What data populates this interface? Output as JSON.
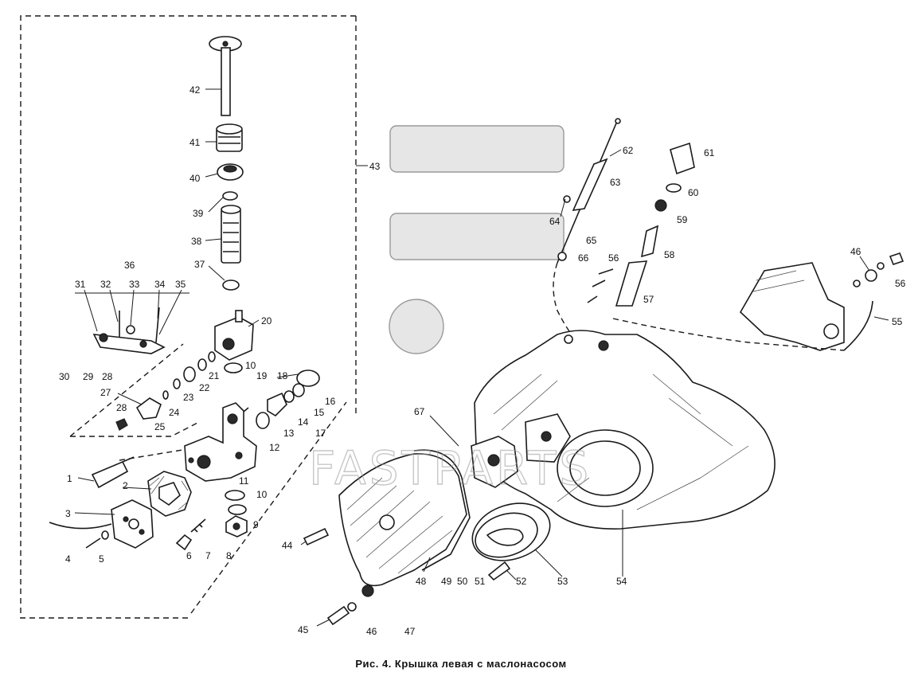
{
  "caption": "Рис. 4. Крышка левая с маслонасосом",
  "watermark": "FASTPARTS",
  "callouts": [
    {
      "id": "c42",
      "text": "42"
    },
    {
      "id": "c41",
      "text": "41"
    },
    {
      "id": "c40",
      "text": "40"
    },
    {
      "id": "c39",
      "text": "39"
    },
    {
      "id": "c38",
      "text": "38"
    },
    {
      "id": "c37",
      "text": "37"
    },
    {
      "id": "c36",
      "text": "36"
    },
    {
      "id": "c31",
      "text": "31"
    },
    {
      "id": "c32",
      "text": "32"
    },
    {
      "id": "c33",
      "text": "33"
    },
    {
      "id": "c34",
      "text": "34"
    },
    {
      "id": "c35",
      "text": "35"
    },
    {
      "id": "c30",
      "text": "30"
    },
    {
      "id": "c29",
      "text": "29"
    },
    {
      "id": "c28a",
      "text": "28"
    },
    {
      "id": "c27",
      "text": "27"
    },
    {
      "id": "c28b",
      "text": "28"
    },
    {
      "id": "c25",
      "text": "25"
    },
    {
      "id": "c24",
      "text": "24"
    },
    {
      "id": "c23",
      "text": "23"
    },
    {
      "id": "c22",
      "text": "22"
    },
    {
      "id": "c21",
      "text": "21"
    },
    {
      "id": "c20",
      "text": "20"
    },
    {
      "id": "c10a",
      "text": "10"
    },
    {
      "id": "c19",
      "text": "19"
    },
    {
      "id": "c18",
      "text": "18"
    },
    {
      "id": "c16",
      "text": "16"
    },
    {
      "id": "c15",
      "text": "15"
    },
    {
      "id": "c14",
      "text": "14"
    },
    {
      "id": "c13",
      "text": "13"
    },
    {
      "id": "c12",
      "text": "12"
    },
    {
      "id": "c17",
      "text": "17"
    },
    {
      "id": "c11",
      "text": "11"
    },
    {
      "id": "c10b",
      "text": "10"
    },
    {
      "id": "c9",
      "text": "9"
    },
    {
      "id": "c8",
      "text": "8"
    },
    {
      "id": "c7",
      "text": "7"
    },
    {
      "id": "c6",
      "text": "6"
    },
    {
      "id": "c5",
      "text": "5"
    },
    {
      "id": "c4",
      "text": "4"
    },
    {
      "id": "c3",
      "text": "3"
    },
    {
      "id": "c2",
      "text": "2"
    },
    {
      "id": "c1",
      "text": "1"
    },
    {
      "id": "c43",
      "text": "43"
    },
    {
      "id": "c62",
      "text": "62"
    },
    {
      "id": "c63",
      "text": "63"
    },
    {
      "id": "c64",
      "text": "64"
    },
    {
      "id": "c65",
      "text": "65"
    },
    {
      "id": "c66",
      "text": "66"
    },
    {
      "id": "c56a",
      "text": "56"
    },
    {
      "id": "c57",
      "text": "57"
    },
    {
      "id": "c58",
      "text": "58"
    },
    {
      "id": "c59",
      "text": "59"
    },
    {
      "id": "c60",
      "text": "60"
    },
    {
      "id": "c61",
      "text": "61"
    },
    {
      "id": "c46a",
      "text": "46"
    },
    {
      "id": "c56b",
      "text": "56"
    },
    {
      "id": "c55",
      "text": "55"
    },
    {
      "id": "c67",
      "text": "67"
    },
    {
      "id": "c44",
      "text": "44"
    },
    {
      "id": "c45",
      "text": "45"
    },
    {
      "id": "c46b",
      "text": "46"
    },
    {
      "id": "c47",
      "text": "47"
    },
    {
      "id": "c48",
      "text": "48"
    },
    {
      "id": "c49",
      "text": "49"
    },
    {
      "id": "c50",
      "text": "50"
    },
    {
      "id": "c51",
      "text": "51"
    },
    {
      "id": "c52",
      "text": "52"
    },
    {
      "id": "c53",
      "text": "53"
    },
    {
      "id": "c54",
      "text": "54"
    }
  ]
}
